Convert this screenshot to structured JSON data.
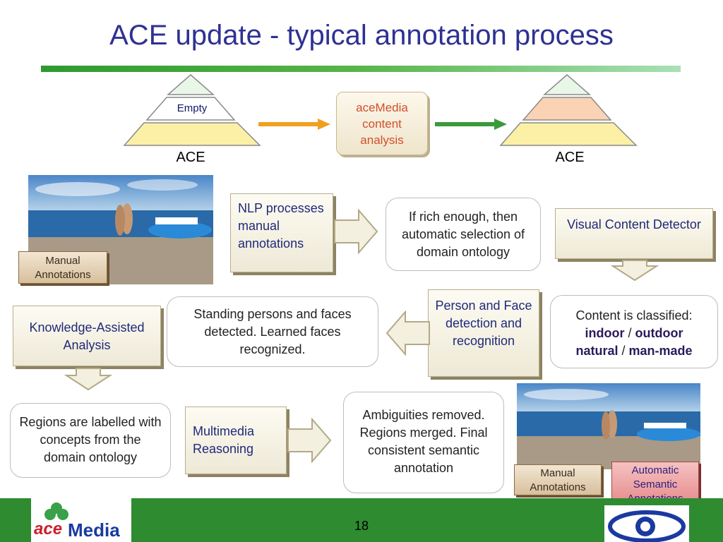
{
  "slide": {
    "title": "ACE update - typical annotation process",
    "page_number": "18"
  },
  "top": {
    "left_pyramid_label": "ACE",
    "left_pyramid_tier_text": "Empty",
    "analysis_box": "aceMedia content analysis",
    "right_pyramid_label": "ACE"
  },
  "boxes": {
    "nlp": "NLP processes manual annotations",
    "rich": "If rich enough, then automatic selection of domain ontology",
    "vcd": "Visual Content Detector",
    "person": "Person and Face detection and recognition",
    "standing": "Standing persons and faces detected. Learned faces recognized.",
    "classified_intro": "Content is classified:",
    "classified_a": "indoor",
    "classified_sep1": "/",
    "classified_b": "outdoor",
    "classified_c": "natural",
    "classified_sep2": "/",
    "classified_d": "man-made",
    "kaa": "Knowledge-Assisted Analysis",
    "regions": "Regions are labelled with concepts from the domain ontology",
    "mm": "Multimedia Reasoning",
    "ambig": "Ambiguities removed. Regions merged. Final consistent semantic annotation"
  },
  "tags": {
    "manual1": "Manual Annotations",
    "manual2": "Manual Annotations",
    "auto": "Automatic Semantic Annotations"
  },
  "logo": {
    "text_a": "ace",
    "text_b": "Media"
  },
  "colors": {
    "title": "#2e3192",
    "footer": "#2e8b30",
    "box_text": "#1f2a7a"
  }
}
